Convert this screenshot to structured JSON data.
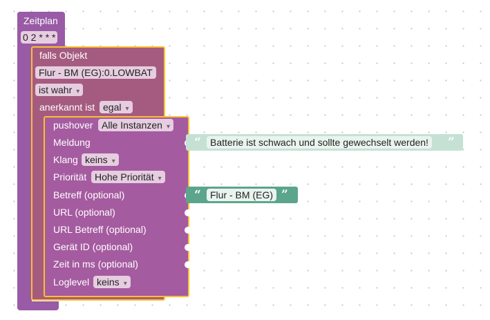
{
  "schedule": {
    "title": "Zeitplan",
    "cron": "0 2 * * *"
  },
  "if_object": {
    "title": "falls Objekt",
    "object": "Flur - BM (EG):0.LOWBAT",
    "condition": "ist wahr",
    "ack_label": "anerkannt ist",
    "ack_value": "egal"
  },
  "pushover": {
    "title": "pushover",
    "instance": "Alle Instanzen",
    "message_label": "Meldung",
    "sound_label": "Klang",
    "sound_value": "keins",
    "priority_label": "Priorität",
    "priority_value": "Hohe Priorität",
    "subject_label": "Betreff (optional)",
    "url_label": "URL (optional)",
    "url_subject_label": "URL Betreff (optional)",
    "device_label": "Gerät ID (optional)",
    "time_label": "Zeit in ms (optional)",
    "loglevel_label": "Loglevel",
    "loglevel_value": "keins"
  },
  "message_text": "Batterie ist schwach und sollte gewechselt werden!",
  "subject_text": "Flur - BM (EG)",
  "quote_open": "“",
  "quote_close": "”",
  "colors": {
    "schedule": "#995ba5",
    "if_block": "#a55b80",
    "pushover": "#a55ba0",
    "selected_outline": "#fbc02d",
    "message_text_block": "#c5e1d6",
    "subject_text_block": "#5ba58c"
  }
}
